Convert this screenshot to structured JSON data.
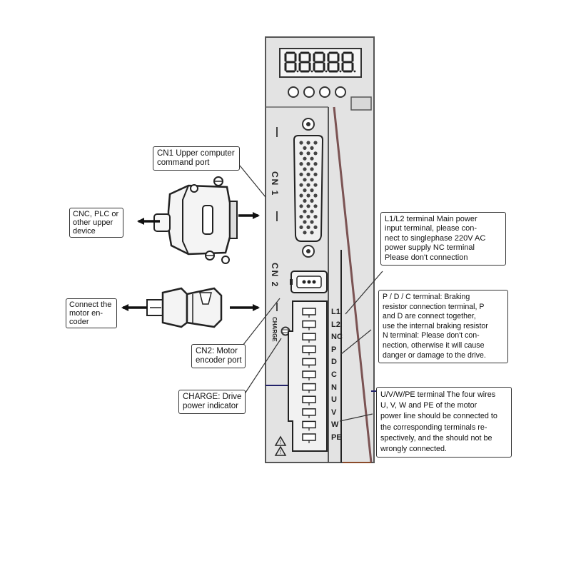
{
  "panel": {
    "cn1_label": "CN 1",
    "cn2_label": "CN 2",
    "charge_label": "CHARGE",
    "terminals": [
      "L1",
      "L2",
      "NC",
      "P",
      "D",
      "C",
      "N",
      "U",
      "V",
      "W",
      "PE"
    ],
    "display_digits": 5,
    "keys": 4
  },
  "callouts": {
    "cn1": [
      "CN1 Upper computer",
      "command port"
    ],
    "cnc": [
      "CNC, PLC or",
      "other upper",
      "device"
    ],
    "encoder": [
      "Connect the",
      "motor en-",
      "coder"
    ],
    "cn2": [
      "CN2: Motor",
      "encoder port"
    ],
    "charge": [
      "CHARGE: Drive",
      "power indicator"
    ],
    "l1l2": [
      "L1/L2 terminal Main power",
      "input terminal, please con-",
      "nect to singlephase 220V AC",
      "power supply NC terminal",
      "Please don't connection"
    ],
    "pdc": [
      "P / D / C terminal:  Braking",
      "resistor connection terminal, P",
      "and D are connect together,",
      "use the internal braking resistor",
      "N terminal:  Please don't con-",
      "nection, otherwise it will cause",
      "danger or damage to the drive."
    ],
    "uvw": [
      "U/V/W/PE terminal The four wires",
      "U, V, W and PE of the motor",
      "power line should be connected to",
      "the corresponding terminals re-",
      "spectively, and the  should not be",
      "wrongly connected."
    ]
  },
  "colors": {
    "panel_bg": "#e4e4e4",
    "panel_edge": "#4a4a4a",
    "side_line": "#5a3b3b",
    "accent_blue": "#22226a"
  }
}
